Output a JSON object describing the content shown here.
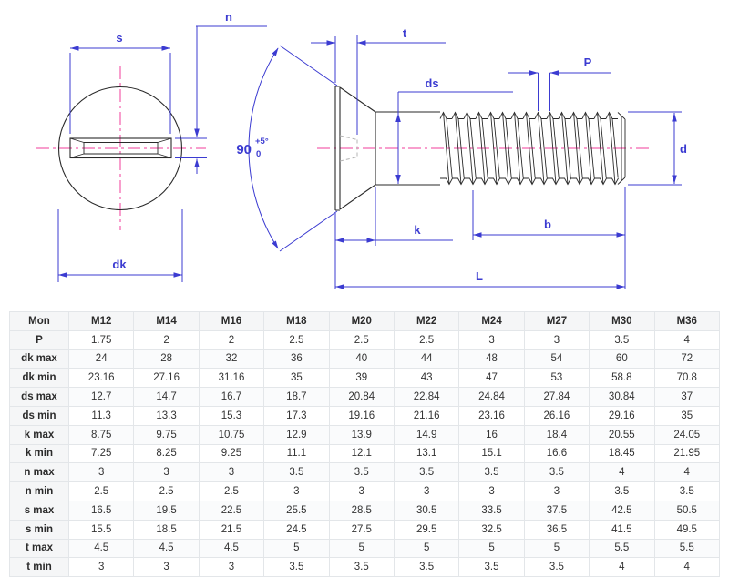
{
  "drawing": {
    "labels": {
      "s": "s",
      "dk": "dk",
      "n": "n",
      "angle": "90",
      "angle_sup": "+5°",
      "angle_sub": "0",
      "t": "t",
      "ds": "ds",
      "p": "P",
      "d": "d",
      "k": "k",
      "b": "b",
      "l": "L"
    },
    "colors": {
      "dimension_blue": "#3b3bd1",
      "centerline_pink": "#f23d9b",
      "outline_dark": "#2a2a2a",
      "hidden_gray": "#b4b4b4"
    }
  },
  "table": {
    "header": [
      "Mon",
      "M12",
      "M14",
      "M16",
      "M18",
      "M20",
      "M22",
      "M24",
      "M27",
      "M30",
      "M36"
    ],
    "rows": [
      {
        "label": "P",
        "values": [
          "1.75",
          "2",
          "2",
          "2.5",
          "2.5",
          "2.5",
          "3",
          "3",
          "3.5",
          "4"
        ]
      },
      {
        "label": "dk max",
        "values": [
          "24",
          "28",
          "32",
          "36",
          "40",
          "44",
          "48",
          "54",
          "60",
          "72"
        ]
      },
      {
        "label": "dk min",
        "values": [
          "23.16",
          "27.16",
          "31.16",
          "35",
          "39",
          "43",
          "47",
          "53",
          "58.8",
          "70.8"
        ]
      },
      {
        "label": "ds max",
        "values": [
          "12.7",
          "14.7",
          "16.7",
          "18.7",
          "20.84",
          "22.84",
          "24.84",
          "27.84",
          "30.84",
          "37"
        ]
      },
      {
        "label": "ds min",
        "values": [
          "11.3",
          "13.3",
          "15.3",
          "17.3",
          "19.16",
          "21.16",
          "23.16",
          "26.16",
          "29.16",
          "35"
        ]
      },
      {
        "label": "k max",
        "values": [
          "8.75",
          "9.75",
          "10.75",
          "12.9",
          "13.9",
          "14.9",
          "16",
          "18.4",
          "20.55",
          "24.05"
        ]
      },
      {
        "label": "k min",
        "values": [
          "7.25",
          "8.25",
          "9.25",
          "11.1",
          "12.1",
          "13.1",
          "15.1",
          "16.6",
          "18.45",
          "21.95"
        ]
      },
      {
        "label": "n max",
        "values": [
          "3",
          "3",
          "3",
          "3.5",
          "3.5",
          "3.5",
          "3.5",
          "3.5",
          "4",
          "4"
        ]
      },
      {
        "label": "n min",
        "values": [
          "2.5",
          "2.5",
          "2.5",
          "3",
          "3",
          "3",
          "3",
          "3",
          "3.5",
          "3.5"
        ]
      },
      {
        "label": "s max",
        "values": [
          "16.5",
          "19.5",
          "22.5",
          "25.5",
          "28.5",
          "30.5",
          "33.5",
          "37.5",
          "42.5",
          "50.5"
        ]
      },
      {
        "label": "s min",
        "values": [
          "15.5",
          "18.5",
          "21.5",
          "24.5",
          "27.5",
          "29.5",
          "32.5",
          "36.5",
          "41.5",
          "49.5"
        ]
      },
      {
        "label": "t max",
        "values": [
          "4.5",
          "4.5",
          "4.5",
          "5",
          "5",
          "5",
          "5",
          "5",
          "5.5",
          "5.5"
        ]
      },
      {
        "label": "t min",
        "values": [
          "3",
          "3",
          "3",
          "3.5",
          "3.5",
          "3.5",
          "3.5",
          "3.5",
          "4",
          "4"
        ]
      }
    ]
  }
}
